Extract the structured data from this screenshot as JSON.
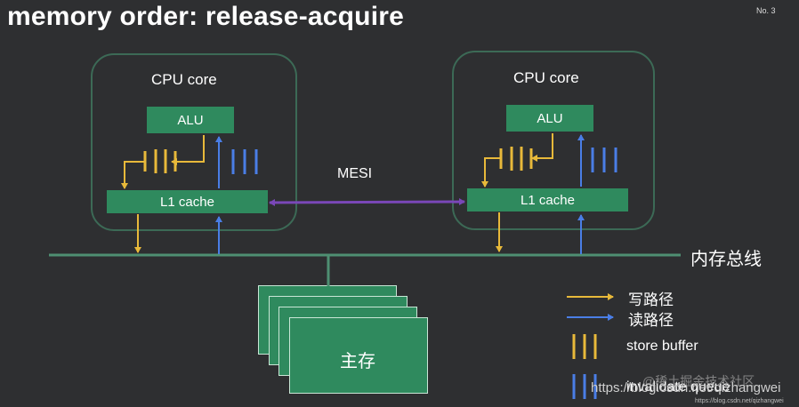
{
  "title": "memory order: release-acquire",
  "slide_number": "No. 3",
  "cores": [
    {
      "label": "CPU core",
      "alu": "ALU",
      "cache": "L1 cache"
    },
    {
      "label": "CPU core",
      "alu": "ALU",
      "cache": "L1 cache"
    }
  ],
  "protocol_label": "MESI",
  "bus_label": "内存总线",
  "memory_label": "主存",
  "legend": {
    "write_path": "写路径",
    "read_path": "读路径",
    "store_buffer": "store buffer",
    "invalidate_queue": "invalidate queue"
  },
  "watermarks": {
    "juejin": "@稀土掘金技术社区",
    "csdn_url": "https://blog.csdn.net/qizhangwei",
    "csdn_small": "https://blog.csdn.net/qizhangwei"
  },
  "colors": {
    "background": "#2e2f31",
    "core_border": "#3c6a56",
    "block_fill": "#2f8a5e",
    "write_arrow": "#e8b93a",
    "read_arrow": "#4a7ee6",
    "mesi_arrow": "#7a47b8",
    "bus_line": "#4e8f72"
  }
}
